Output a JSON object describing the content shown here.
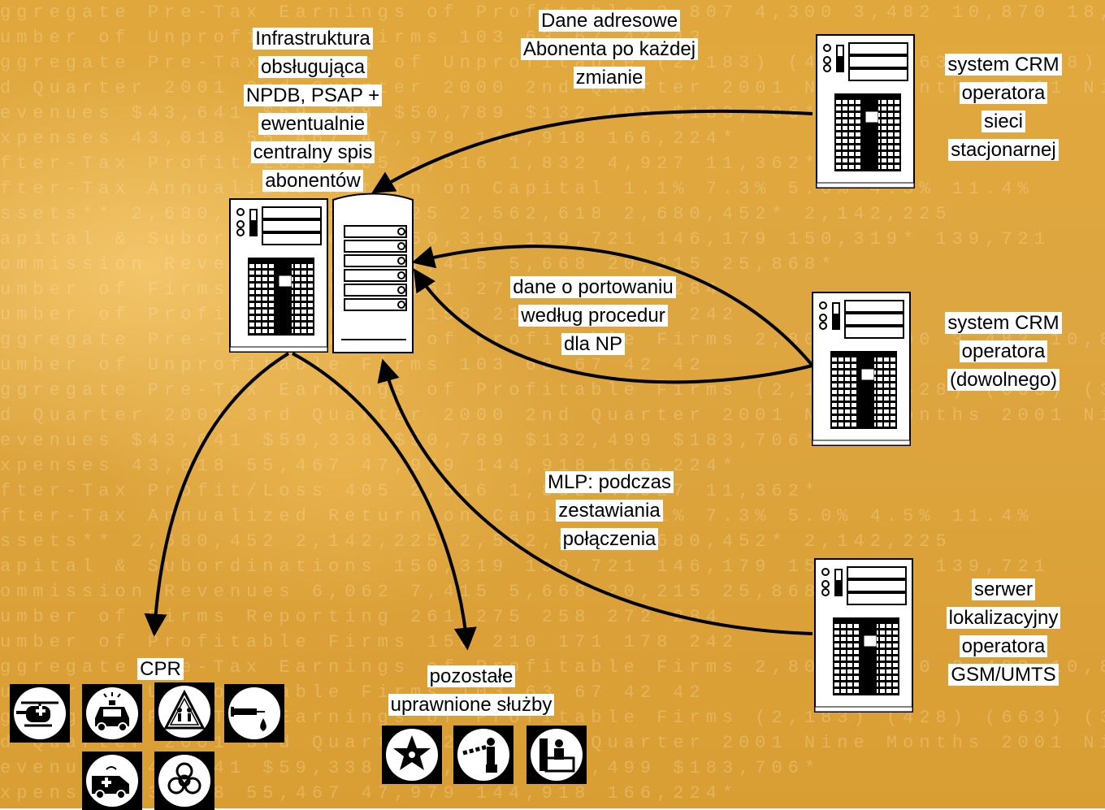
{
  "watermark_lines": [
    "ggregate Pre-Tax Earnings of Profitable 2,807 4,300 3,482 10,870 18,470",
    "umber of Unprofitable Firms 103 63 67 42 42",
    "ggregate Pre-Tax Losses of Unprofitable (2,183) (428) (663) (3,388) (989",
    "d Quarter 2001 3rd Quarter 2000 2nd Quarter 2001 Nine Months 2001 Nine Mon",
    "evenues $43,641 $59,338 $50,789 $132,499 $183,706*",
    "xpenses 43,018 55,467 47,979 144,918 166,224*",
    "fter-Tax Profit/Loss 405 2,516 1,832 4,927 11,362*",
    "fter-Tax Annualized Return on Capital 1.1% 7.3% 5.0% 4.5% 11.4%",
    "ssets** 2,680,452 2,142,225 2,562,618 2,680,452* 2,142,225",
    "apital & Subordinations 150,319 139,721 146,179 150,319* 139,721",
    "ommission Revenues 6,062 7,415 5,668 20,215 25,868*",
    "umber of Firms Reporting 261 275 258 272 284",
    "umber of Profitable Firms 158 210 171 178 242",
    "ggregate Pre-Tax Earnings of Profitable Firms 2,807 4,300 3,482 10,870",
    "umber of Unprofitable Firms 103 63 67 42 42",
    "ggregate Pre-Tax Earnings of Profitable Firms (2,183) (428) (663) (3,388) (989",
    "d Quarter 2001 3rd Quarter 2000 2nd Quarter 2001 Nine Months 2001 Nine Mon",
    "evenues $43,641 $59,338 $50,789 $132,499 $183,706*",
    "xpenses 43,018 55,467 47,979 144,918 166,224*",
    "fter-Tax Profit/Loss 405 2,516 1,832 4,927 11,362*",
    "fter-Tax Annualized Return on Capital 1.1% 7.3% 5.0% 4.5% 11.4%",
    "ssets** 2,680,452 2,142,225 2,562,618 2,680,452* 2,142,225",
    "apital & Subordinations 150,319 139,721 146,179 150,319* 139,721",
    "ommission Revenues 6,062 7,415 5,668 20,215 25,868*",
    "umber of Firms Reporting 261 275 258 272 284",
    "umber of Profitable Firms 158 210 171 178 242",
    "ggregate Pre-Tax Earnings of Profitable Firms 2,807 4,300 3,482 10,870",
    "umber of Unprofitable Firms 103 63 67 42 42",
    "ggregate Pre-Tax Earnings of Profitable Firms (2,183) (428) (663) (3,388) (989",
    "d Quarter 2001 3rd Quarter 2000 2nd Quarter 2001 Nine Months 2001 Nine Mon",
    "evenues $43,641 $59,338 $50,789 $132,499 $183,706*",
    "xpenses 43,018 55,467 47,979 144,918 166,224*"
  ],
  "labels": {
    "infrastructure": [
      "Infrastruktura",
      "obsługująca",
      "NPDB, PSAP +",
      "ewentualnie",
      "centralny spis",
      "abonentów"
    ],
    "address_data": [
      "Dane adresowe",
      "Abonenta po każdej",
      "zmianie"
    ],
    "crm_fixed": [
      "system CRM",
      "operatora",
      "sieci",
      "stacjonarnej"
    ],
    "porting_data": [
      "dane o portowaniu",
      "według procedur",
      "dla NP"
    ],
    "crm_any": [
      "system CRM",
      "operatora",
      "(dowolnego)"
    ],
    "mlp": [
      "MLP: podczas",
      "zestawiania",
      "połączenia"
    ],
    "location_server": [
      "serwer",
      "lokalizacyjny",
      "operatora",
      "GSM/UMTS"
    ],
    "cpr": "CPR",
    "other_services": [
      "pozostałe",
      "uprawnione służby"
    ]
  },
  "icons": {
    "cpr": [
      "helicopter-ambulance-icon",
      "police-car-icon",
      "child-crossing-icon",
      "syringe-drop-icon",
      "ambulance-icon",
      "biohazard-icon"
    ],
    "services": [
      "sheriff-star-icon",
      "border-guard-icon",
      "customs-officer-icon"
    ]
  },
  "colors": {
    "background": "#dea640",
    "arrow": "#000000",
    "label_bg": "#ffffff"
  }
}
